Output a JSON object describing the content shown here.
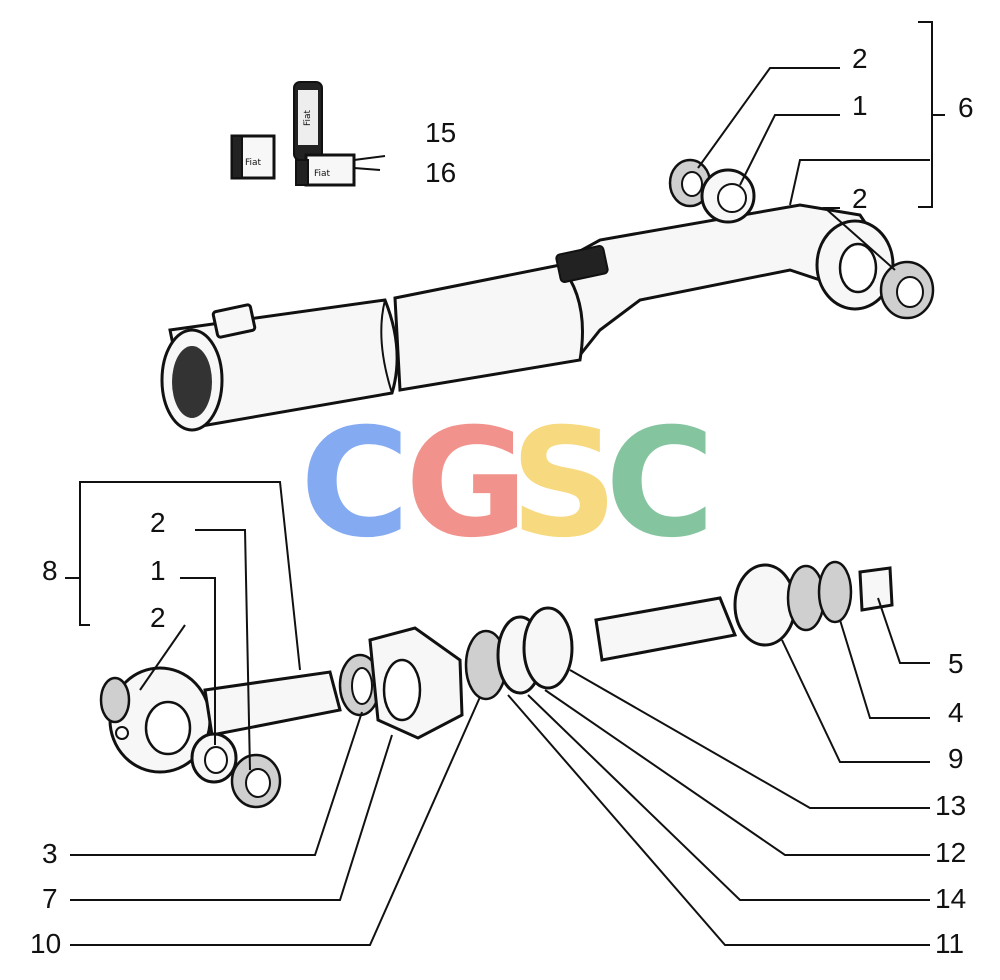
{
  "callouts": {
    "top_2a": "2",
    "top_1": "1",
    "top_6": "6",
    "top_2b": "2",
    "kit_15": "15",
    "kit_16": "16",
    "left_8": "8",
    "left_2a": "2",
    "left_1": "1",
    "left_2b": "2",
    "r_5": "5",
    "r_4": "4",
    "r_9": "9",
    "r_13": "13",
    "r_12": "12",
    "r_14": "14",
    "r_11": "11",
    "l_3": "3",
    "l_7": "7",
    "l_10": "10"
  },
  "watermark": {
    "letters": [
      "C",
      "G",
      "S",
      "C"
    ],
    "colors": [
      "#6f9cf0",
      "#f08078",
      "#f6d36a",
      "#6fbb8f"
    ]
  },
  "kit_labels": {
    "tube": "Fiat",
    "box_left": "Fiat",
    "box_right": "Fiat"
  }
}
